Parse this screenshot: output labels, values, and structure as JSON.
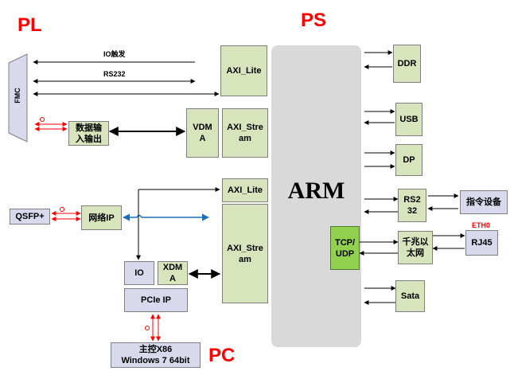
{
  "labels": {
    "pl": "PL",
    "ps": "PS",
    "pc": "PC"
  },
  "arm": "ARM",
  "pl_blocks": {
    "fmc": "FMC",
    "data_io": "数据输\n入输出",
    "qsfp": "QSFP+",
    "net_ip": "网络IP",
    "io": "IO",
    "xdma": "XDM\nA",
    "pcie_ip": "PCIe IP",
    "host": "主控X86\nWindows 7 64bit"
  },
  "axi_blocks": {
    "axi_lite_top": "AXI_Lite",
    "vdma": "VDM\nA",
    "axi_stream_top": "AXI_Stre\nam",
    "axi_lite_bottom": "AXI_Lite",
    "axi_stream_bottom": "AXI_Stre\nam"
  },
  "ps_blocks": {
    "ddr": "DDR",
    "usb": "USB",
    "dp": "DP",
    "rs232": "RS2\n32",
    "cmd_device": "指令设备",
    "tcp_udp": "TCP/\nUDP",
    "gigabit_eth": "千兆以\n太网",
    "rj45": "RJ45",
    "eth0": "ETH0",
    "sata": "Sata"
  },
  "link_labels": {
    "io_trigger": "IO触发",
    "rs232": "RS232"
  },
  "colors": {
    "title_red": "#ff0000",
    "block_green": "#d8e4bc",
    "block_lavender": "#d9d9ed",
    "tcp_green": "#92d050",
    "ps_gray": "#d9d9d9",
    "arrow_red": "#ff0000",
    "arrow_blue": "#1f6fb5"
  }
}
